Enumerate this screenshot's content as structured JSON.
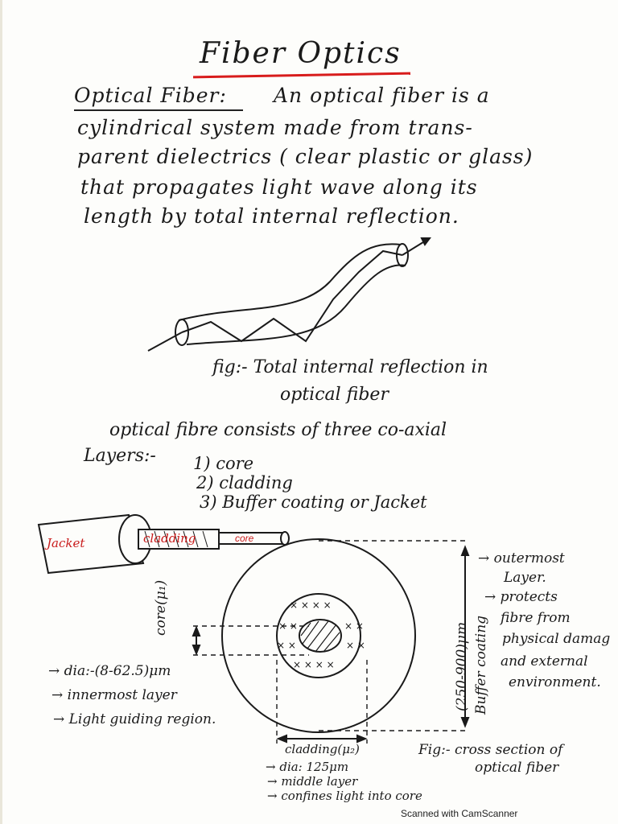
{
  "title": "Fiber Optics",
  "definition": {
    "term": "Optical Fiber:",
    "lines": [
      "An optical fiber is a",
      "cylindrical system made from trans-",
      "parent dielectrics ( clear plastic or glass)",
      "that propagates light wave along its",
      "length by total internal reflection."
    ]
  },
  "figure1_caption": [
    "fig:- Total internal reflection in",
    "optical fiber"
  ],
  "layers_intro": [
    "optical fibre consists of three co-axial",
    "Layers:-"
  ],
  "layers": [
    "1) core",
    "2) cladding",
    "3) Buffer coating or Jacket"
  ],
  "cable_labels": {
    "jacket": "Jacket",
    "cladding": "cladding",
    "core": "core"
  },
  "core_label": "core(μ₁)",
  "core_notes": [
    "→ dia:-(8-62.5)μm",
    "→ innermost layer",
    "→ Light guiding region."
  ],
  "buffer_label": "Buffer coating",
  "buffer_dim": "(250-900)μm",
  "buffer_notes": [
    "→ outermost",
    "Layer.",
    "→ protects",
    "fibre from",
    "physical damag",
    "and external",
    "environment."
  ],
  "cladding_label": "cladding(μ₂)",
  "cladding_notes": [
    "→ dia: 125μm",
    "→ middle layer",
    "→ confines light into core"
  ],
  "figure2_caption": [
    "Fig:- cross section of",
    "optical fiber"
  ],
  "scanner_text": "Scanned with CamScanner",
  "colors": {
    "ink": "#1a1a1a",
    "accent": "#d81c1c",
    "paper": "#fdfdfb"
  }
}
